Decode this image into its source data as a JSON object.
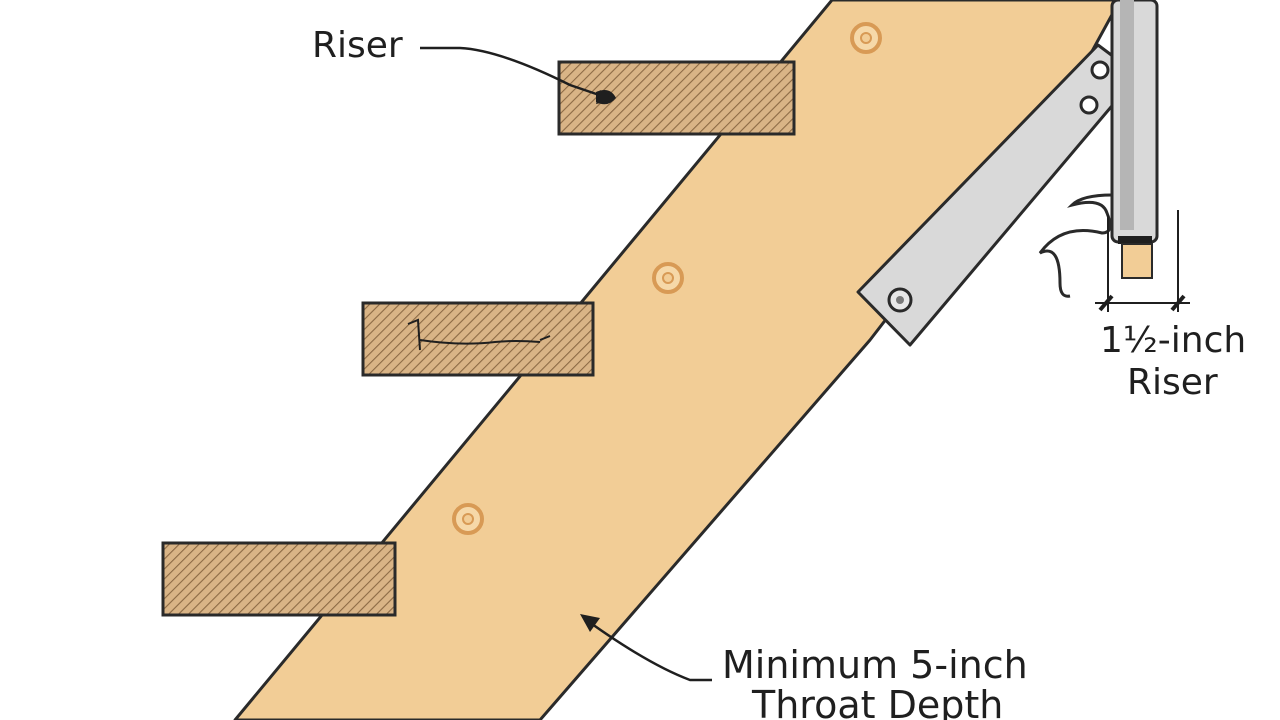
{
  "labels": {
    "riser_top": "Riser",
    "riser_dimension": "1½-inch",
    "riser_dimension_sub": "Riser",
    "throat_line1": "Minimum 5-inch",
    "throat_line2": "Throat Depth"
  },
  "colors": {
    "stringer": "#f2cd96",
    "tread": "#d9b486",
    "hatch": "#8c6a45",
    "outline": "#2a2a2a",
    "bracket": "#d9d9d9",
    "bracket_dark": "#b5b5b5",
    "screw_outer": "#d89a55",
    "screw_inner": "#f6d8a8",
    "ink": "#1f1f1f"
  }
}
